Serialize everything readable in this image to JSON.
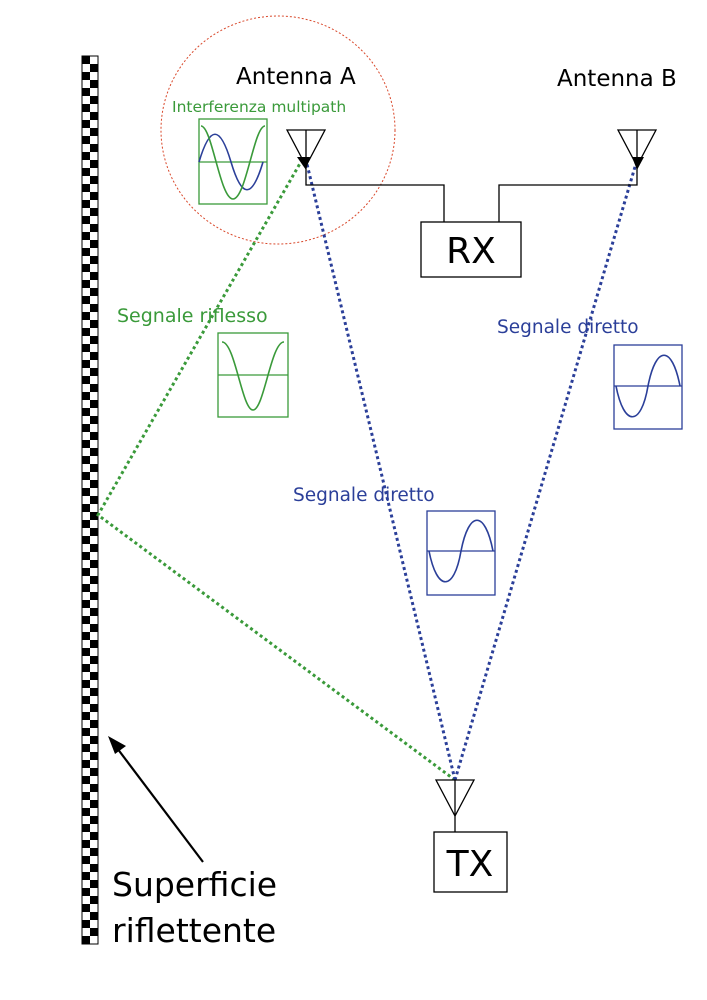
{
  "labels": {
    "antenna_a": "Antenna A",
    "antenna_b": "Antenna B",
    "interference": "Interferenza multipath",
    "reflected_signal": "Segnale riflesso",
    "direct_signal_right": "Segnale diretto",
    "direct_signal_center": "Segnale diretto",
    "receiver": "RX",
    "transmitter": "TX",
    "surface_line1": "Superficie",
    "surface_line2": "riflettente"
  },
  "colors": {
    "reflected": "#3a9a3a",
    "direct": "#2b3f99",
    "highlight_ellipse": "#d9482b",
    "structure": "#000000"
  }
}
